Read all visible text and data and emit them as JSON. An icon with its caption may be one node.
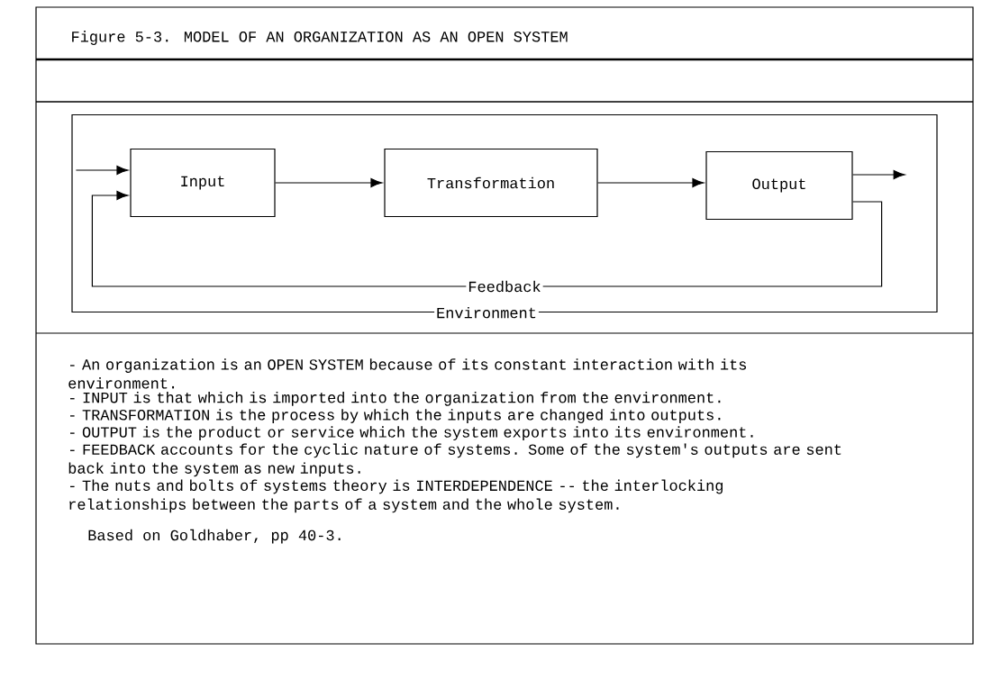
{
  "diagram": {
    "title": "Figure 5-3.  MODEL OF AN ORGANIZATION AS AN OPEN SYSTEM",
    "nodes": [
      {
        "text": [
          "Environment"
        ]
      },
      {
        "text": [
          "Input"
        ],
        "in": 0
      },
      {
        "text": [
          "Transformation"
        ],
        "in": 0
      },
      {
        "text": [
          "Output"
        ],
        "in": 0
      }
    ],
    "edges": [
      {
        "from": null,
        "to": 1,
        "arrow": "to"
      },
      {
        "from": 1,
        "to": 2,
        "arrow": "to"
      },
      {
        "from": 2,
        "to": 3,
        "arrow": "to"
      },
      {
        "from": 3,
        "to": null,
        "arrow": "to"
      },
      {
        "from": 3,
        "to": 1,
        "arrow": "to",
        "label": "Feedback"
      }
    ],
    "labels": [
      "- An organization is an OPEN SYSTEM because of its constant interaction with its environment.",
      "- INPUT is that which is imported into the organization from the environment.",
      "- TRANSFORMATION is the process by which the inputs are changed into outputs.",
      "- OUTPUT is the product or service which the system exports into its environment.",
      "- FEEDBACK accounts for the cyclic nature of systems.  Some of the system's outputs are sent back into the system as new inputs.",
      "- The nuts and bolts of systems theory is INTERDEPENDENCE -- the interlocking relationships between the parts of a system and the whole system.",
      "Based on Goldhaber, pp 40-3."
    ]
  }
}
